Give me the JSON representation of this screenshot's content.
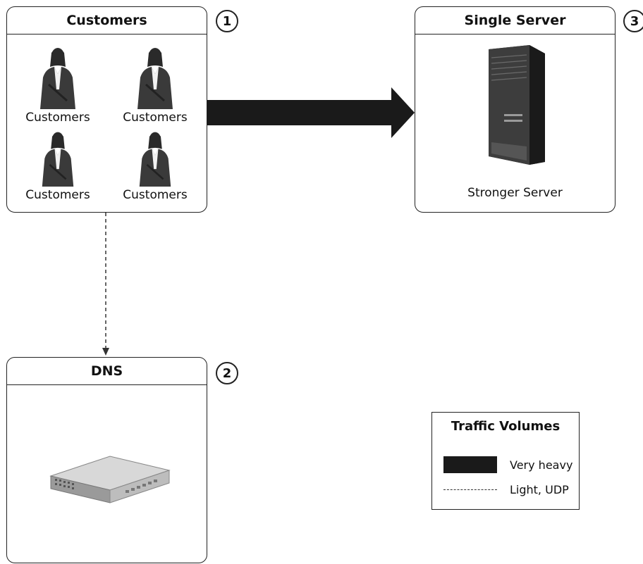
{
  "customers_box": {
    "title": "Customers",
    "badge": "1",
    "people": [
      {
        "label": "Customers"
      },
      {
        "label": "Customers"
      },
      {
        "label": "Customers"
      },
      {
        "label": "Customers"
      }
    ]
  },
  "dns_box": {
    "title": "DNS",
    "badge": "2"
  },
  "server_box": {
    "title": "Single Server",
    "badge": "3",
    "server_label": "Stronger Server"
  },
  "legend": {
    "title": "Traffic Volumes",
    "heavy_label": "Very heavy",
    "light_label": "Light, UDP"
  },
  "colors": {
    "line": "#222222",
    "heavy": "#1a1a1a"
  }
}
